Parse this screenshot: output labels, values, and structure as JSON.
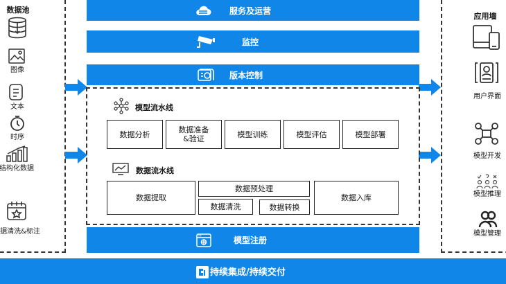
{
  "left_panel": {
    "title": "数据池",
    "items": [
      {
        "label": "图像",
        "icon": "image-icon"
      },
      {
        "label": "文本",
        "icon": "document-icon"
      },
      {
        "label": "时序",
        "icon": "clock-icon"
      },
      {
        "label": "结构化数据",
        "icon": "bar-chart-icon"
      },
      {
        "label": "数据清洗&标注",
        "icon": "calendar-star-icon"
      }
    ]
  },
  "right_panel": {
    "title": "应用墙",
    "items": [
      {
        "label": "用户界面",
        "icon": "user-card-icon"
      },
      {
        "label": "模型开发",
        "icon": "network-icon"
      },
      {
        "label": "模型推理",
        "icon": "people-question-icon"
      },
      {
        "label": "模型管理",
        "icon": "team-icon"
      }
    ]
  },
  "top_bars": [
    {
      "label": "服务及运营",
      "icon": "cloud-icon"
    },
    {
      "label": "监控",
      "icon": "camera-icon"
    },
    {
      "label": "版本控制",
      "icon": "version-icon"
    }
  ],
  "model_pipeline": {
    "title": "模型流水线",
    "steps": [
      "数据分析",
      "数据准备\n&验证",
      "模型训练",
      "模型评估",
      "模型部署"
    ]
  },
  "data_pipeline": {
    "title": "数据流水线",
    "extract": "数据提取",
    "preprocess": "数据预处理",
    "clean": "数据清洗",
    "transform": "数据转换",
    "load": "数据入库"
  },
  "registry_bar": {
    "label": "模型注册",
    "icon": "browser-icon"
  },
  "bottom_bar": {
    "label": "持续集成/持续交付",
    "icon": "ci-icon"
  },
  "colors": {
    "accent": "#1087e8",
    "border": "#222222"
  }
}
